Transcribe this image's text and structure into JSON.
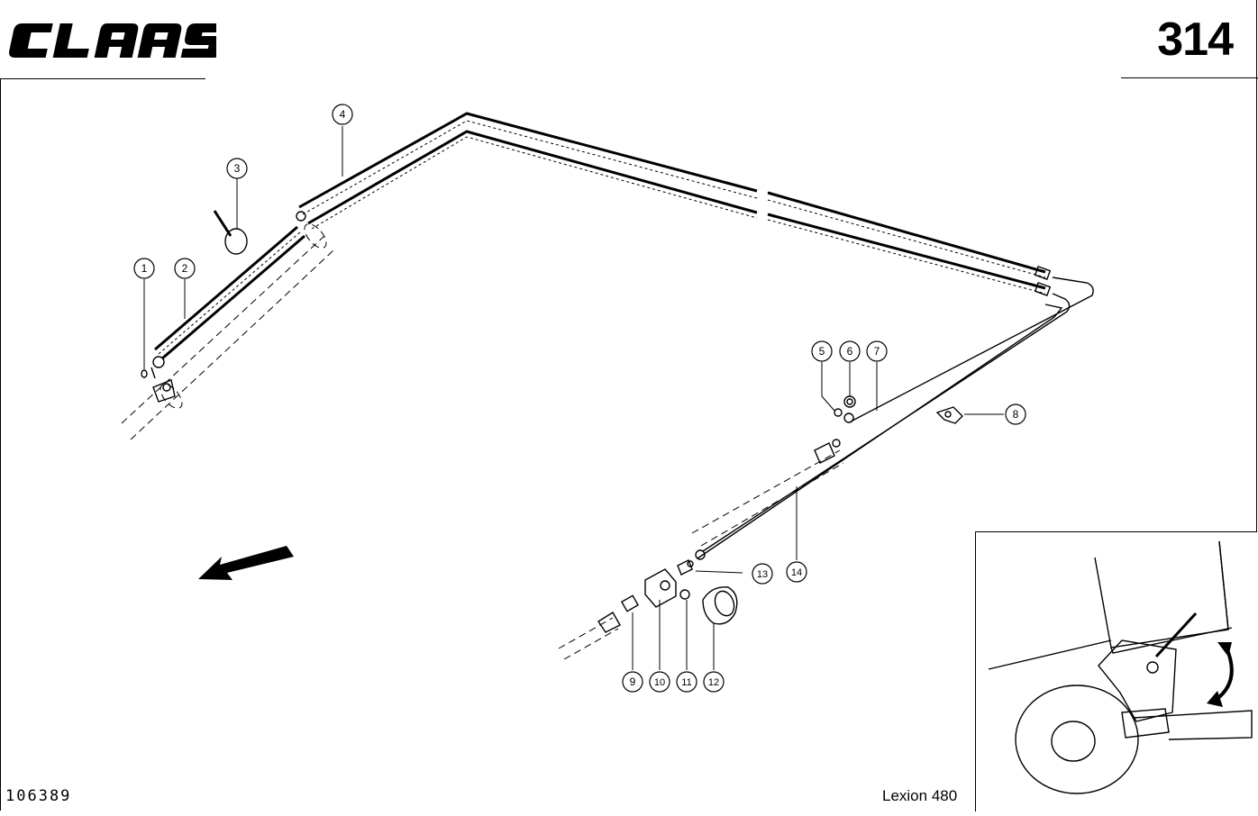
{
  "header": {
    "brand": "CLAAS",
    "page_number": "314"
  },
  "footer": {
    "doc_number": "106389",
    "model": "Lexion 480"
  },
  "callouts": [
    {
      "label": "1"
    },
    {
      "label": "2"
    },
    {
      "label": "3"
    },
    {
      "label": "4"
    },
    {
      "label": "5"
    },
    {
      "label": "6"
    },
    {
      "label": "7"
    },
    {
      "label": "8"
    },
    {
      "label": "9"
    },
    {
      "label": "10"
    },
    {
      "label": "11"
    },
    {
      "label": "12"
    },
    {
      "label": "13"
    },
    {
      "label": "14"
    }
  ],
  "icons": {
    "direction": "arrow-direction-icon",
    "movement": "double-arrow-icon"
  }
}
